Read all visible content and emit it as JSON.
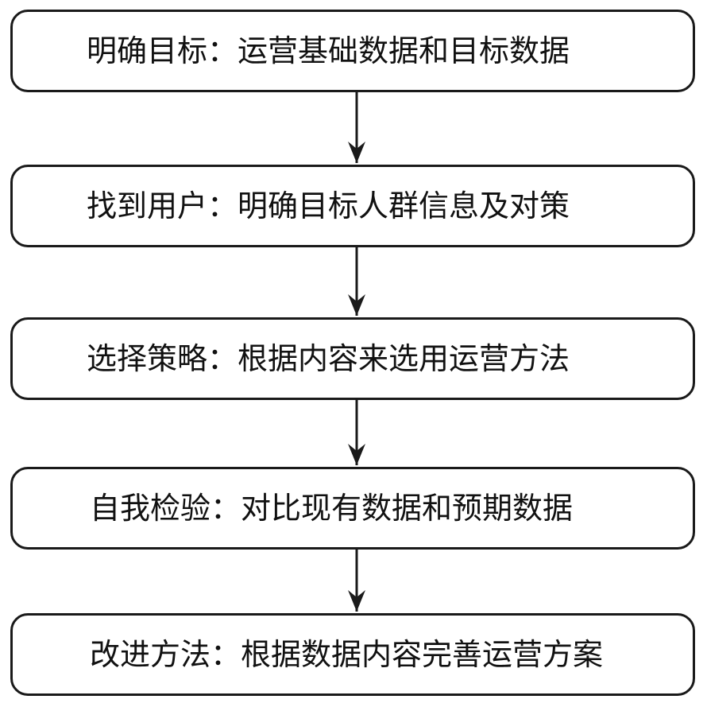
{
  "flow": {
    "steps": [
      {
        "label": "明确目标：运营基础数据和目标数据"
      },
      {
        "label": "找到用户：明确目标人群信息及对策"
      },
      {
        "label": "选择策略：根据内容来选用运营方法"
      },
      {
        "label": "自我检验：对比现有数据和预期数据"
      },
      {
        "label": "改进方法：根据数据内容完善运营方案"
      }
    ]
  },
  "colors": {
    "stroke": "#1a1a1a",
    "text": "#111111",
    "background": "#ffffff"
  }
}
